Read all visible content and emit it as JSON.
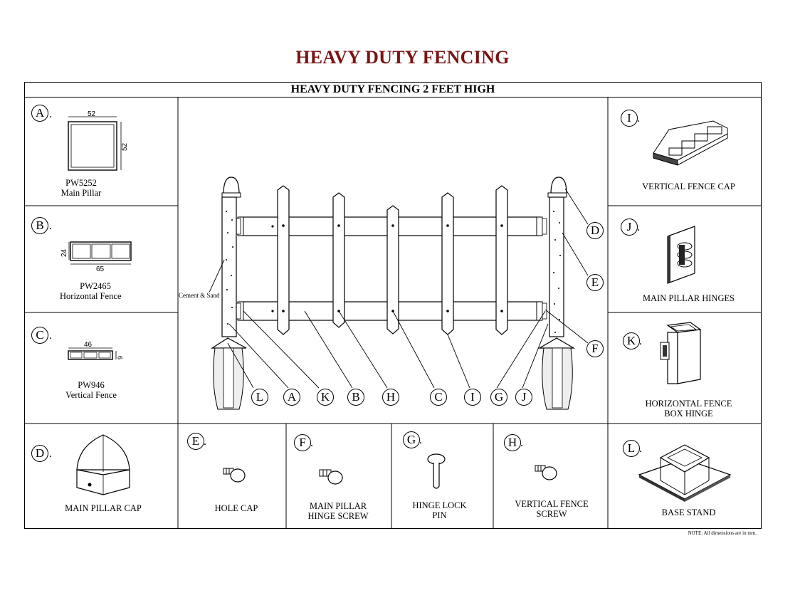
{
  "title": "HEAVY DUTY FENCING",
  "subtitle": "HEAVY DUTY FENCING 2 FEET HIGH",
  "parts": {
    "A": {
      "letter": "A",
      "code": "PW5252",
      "name": "Main Pillar",
      "dim_w": "52",
      "dim_h": "52"
    },
    "B": {
      "letter": "B",
      "code": "PW2465",
      "name": "Horizontal Fence",
      "dim_w": "65",
      "dim_h": "24"
    },
    "C": {
      "letter": "C",
      "code": "PW946",
      "name": "Vertical Fence",
      "dim_w": "46",
      "dim_h": "9"
    },
    "D": {
      "letter": "D",
      "name": "MAIN PILLAR CAP"
    },
    "E": {
      "letter": "E",
      "name": "HOLE CAP"
    },
    "F": {
      "letter": "F",
      "name_line1": "MAIN PILLAR",
      "name_line2": "HINGE SCREW"
    },
    "G": {
      "letter": "G",
      "name_line1": "HINGE LOCK",
      "name_line2": "PIN"
    },
    "H": {
      "letter": "H",
      "name_line1": "VERTICAL FENCE",
      "name_line2": "SCREW"
    },
    "I": {
      "letter": "I",
      "name": "VERTICAL FENCE CAP"
    },
    "J": {
      "letter": "J",
      "name": "MAIN PILLAR HINGES"
    },
    "K": {
      "letter": "K",
      "name_line1": "HORIZONTAL FENCE",
      "name_line2": "BOX HINGE"
    },
    "L": {
      "letter": "L",
      "name": "BASE STAND"
    }
  },
  "assembly": {
    "cement_label": "Cement & Sand",
    "callouts_bottom": [
      "L",
      "A",
      "K",
      "B",
      "H",
      "C",
      "I",
      "G",
      "J"
    ],
    "callouts_right": [
      "D",
      "E",
      "F"
    ]
  },
  "note": "NOTE: All dimensions are in mm."
}
